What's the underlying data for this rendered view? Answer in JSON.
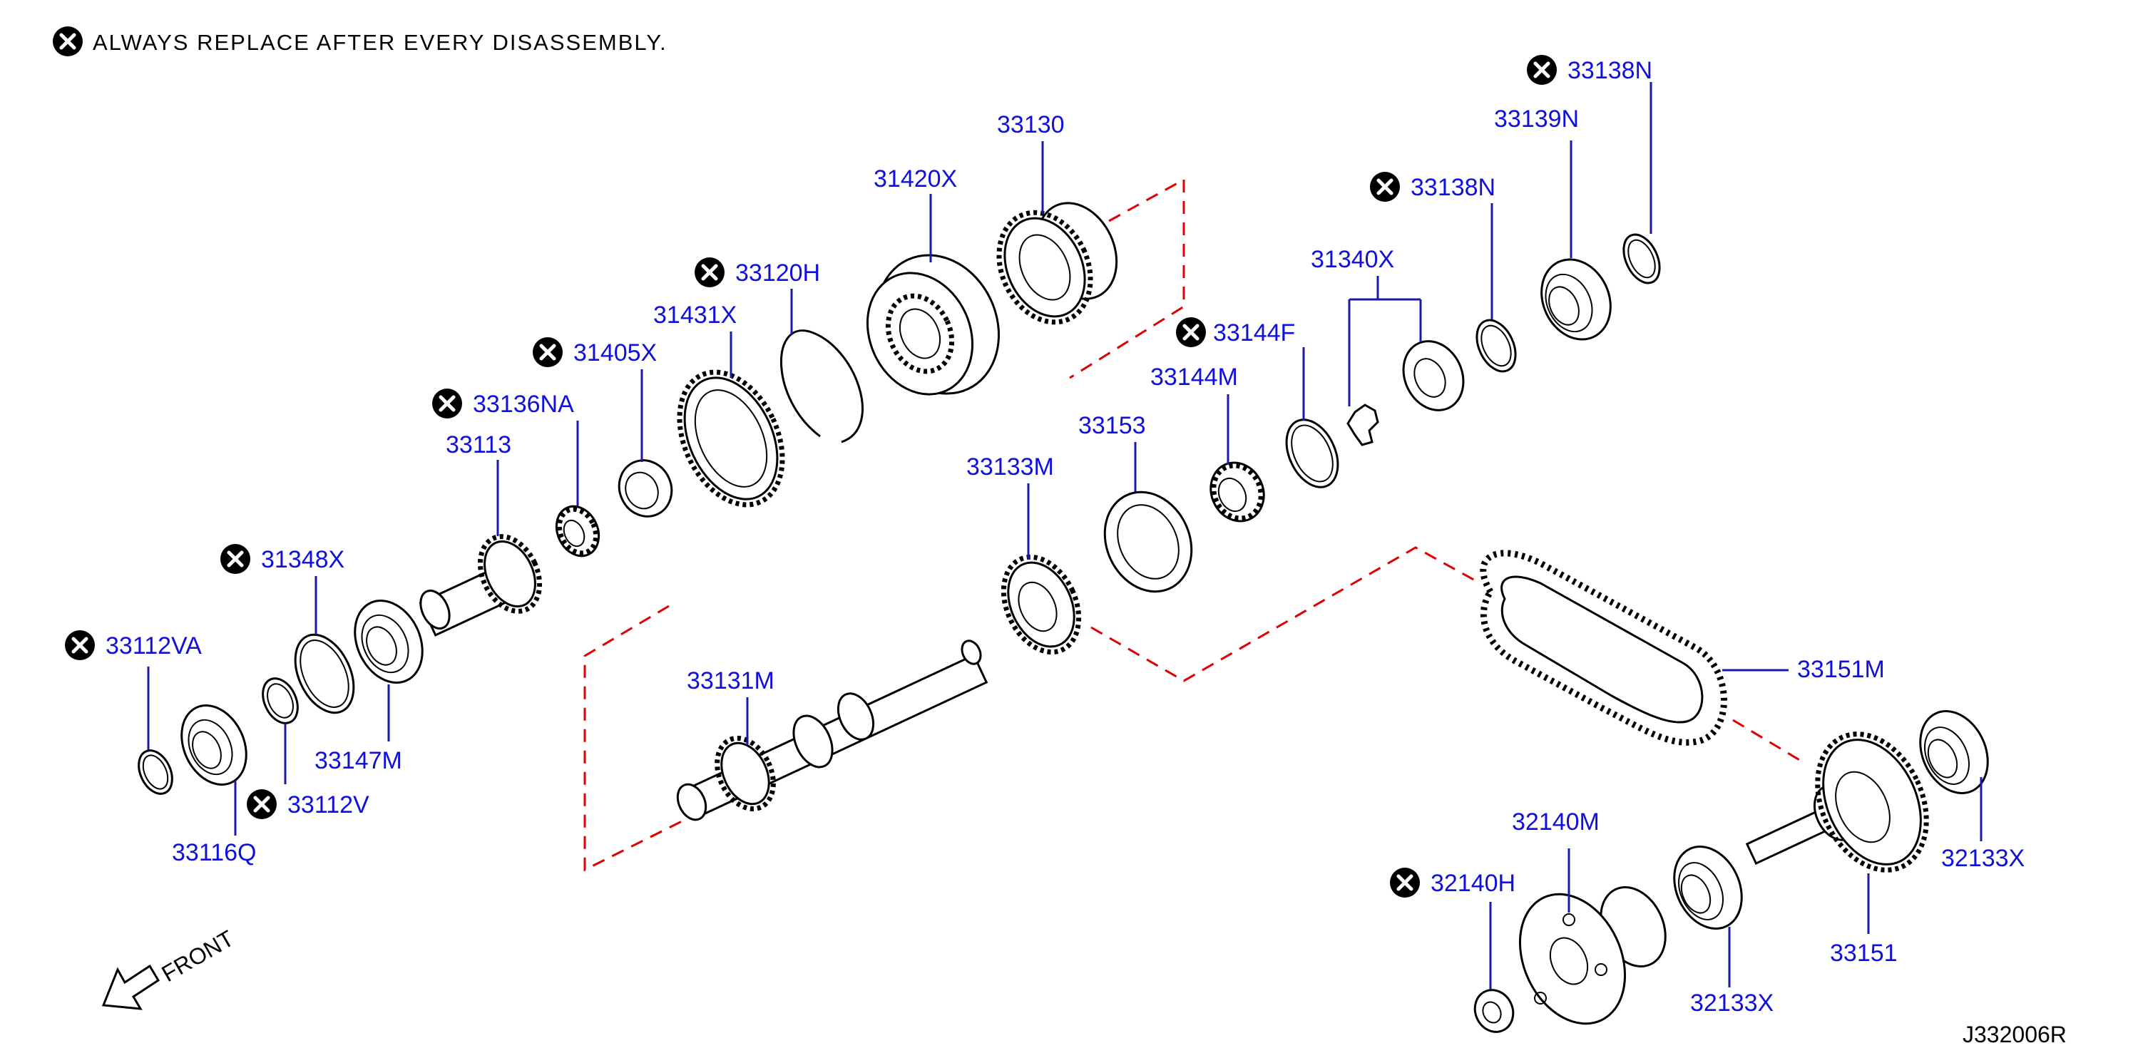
{
  "header": {
    "note": "ALWAYS  REPLACE  AFTER  EVERY  DISASSEMBLY.",
    "note_icon": "x-circle-icon"
  },
  "diagram_code": "J332006R",
  "front_label": "FRONT",
  "colors": {
    "label": "#1010dd",
    "leader": "#1a1aaa",
    "phantom_line": "#e00000",
    "symbol": "#000000"
  },
  "parts": [
    {
      "label": "33130",
      "replace": false
    },
    {
      "label": "31420X",
      "replace": false
    },
    {
      "label": "33120H",
      "replace": true
    },
    {
      "label": "31431X",
      "replace": false
    },
    {
      "label": "31405X",
      "replace": true
    },
    {
      "label": "33136NA",
      "replace": true
    },
    {
      "label": "33113",
      "replace": false
    },
    {
      "label": "31348X",
      "replace": true
    },
    {
      "label": "33112VA",
      "replace": true
    },
    {
      "label": "33147M",
      "replace": false
    },
    {
      "label": "33112V",
      "replace": true
    },
    {
      "label": "33116Q",
      "replace": false
    },
    {
      "label": "33131M",
      "replace": false
    },
    {
      "label": "33133M",
      "replace": false
    },
    {
      "label": "33153",
      "replace": false
    },
    {
      "label": "33144M",
      "replace": false
    },
    {
      "label": "33144F",
      "replace": true
    },
    {
      "label": "31340X",
      "replace": false
    },
    {
      "label": "33138N",
      "replace": true
    },
    {
      "label": "33139N",
      "replace": false
    },
    {
      "label": "33138N",
      "replace": true
    },
    {
      "label": "33151M",
      "replace": false
    },
    {
      "label": "32133X",
      "replace": false
    },
    {
      "label": "32140M",
      "replace": false
    },
    {
      "label": "32140H",
      "replace": true
    },
    {
      "label": "32133X",
      "replace": false
    },
    {
      "label": "33151",
      "replace": false
    }
  ]
}
